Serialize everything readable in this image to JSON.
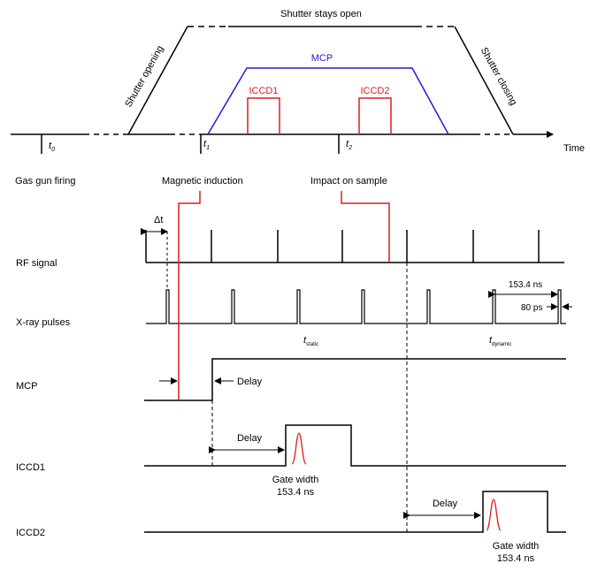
{
  "colors": {
    "black": "#000000",
    "blue": "#1f1fd1",
    "red": "#e01b1b"
  },
  "top": {
    "shutter_open_label": "Shutter stays open",
    "shutter_opening_label": "Shutter opening",
    "shutter_closing_label": "Shutter closing",
    "mcp_label": "MCP",
    "iccd1_label": "ICCD1",
    "iccd2_label": "ICCD2",
    "time_label": "Time",
    "t0": {
      "main": "t",
      "sub": "0"
    },
    "t1": {
      "main": "t",
      "sub": "1"
    },
    "t2": {
      "main": "t",
      "sub": "2"
    }
  },
  "events": {
    "gas_gun": "Gas gun firing",
    "magnetic_induction": "Magnetic induction",
    "impact": "Impact on sample"
  },
  "rows": {
    "rf_signal": "RF signal",
    "xray_pulses": "X-ray pulses",
    "mcp": "MCP",
    "iccd1": "ICCD1",
    "iccd2": "ICCD2"
  },
  "annotations": {
    "delta_t": "Δt",
    "period": "153.4 ns",
    "pulse_width": "80 ps",
    "t_static": {
      "main": "t",
      "sub": "static"
    },
    "t_dynamic": {
      "main": "t",
      "sub": "dynamic"
    },
    "delay": "Delay",
    "gate_width_line1": "Gate width",
    "gate_width_line2": "153.4 ns"
  }
}
